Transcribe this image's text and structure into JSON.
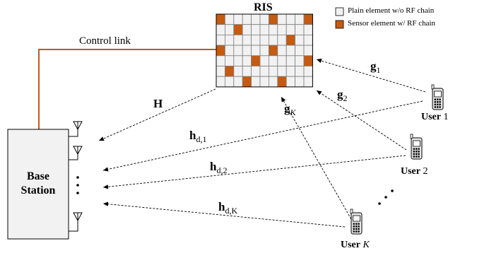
{
  "ris": {
    "title": "RIS",
    "rows": 7,
    "cols": 11,
    "sensor_cells": [
      [
        0,
        0
      ],
      [
        0,
        6
      ],
      [
        0,
        10
      ],
      [
        1,
        2
      ],
      [
        2,
        8
      ],
      [
        3,
        0
      ],
      [
        3,
        6
      ],
      [
        4,
        4
      ],
      [
        4,
        10
      ],
      [
        5,
        1
      ],
      [
        6,
        3
      ],
      [
        6,
        7
      ]
    ]
  },
  "legend": {
    "plain_label": "Plain element w/o RF chain",
    "sensor_label": "Sensor element w/ RF chain"
  },
  "control_link_label": "Control link",
  "base_station": {
    "line1": "Base",
    "line2": "Station"
  },
  "channels": {
    "H": "H",
    "g1": {
      "sym": "g",
      "sub": "1"
    },
    "g2": {
      "sym": "g",
      "sub": "2"
    },
    "gK": {
      "sym": "g",
      "sub": "K"
    },
    "hd1": {
      "sym": "h",
      "sub": "d,1"
    },
    "hd2": {
      "sym": "h",
      "sub": "d,2"
    },
    "hdK": {
      "sym": "h",
      "sub": "d,K"
    }
  },
  "users": {
    "u1": {
      "word": "User",
      "idx": "1"
    },
    "u2": {
      "word": "User",
      "idx": "2"
    },
    "uK": {
      "word": "User",
      "idx": "K"
    }
  },
  "colors": {
    "sensor": "#c55a11",
    "plain": "#f2f2f2",
    "grid_line": "#7f7f7f",
    "control_link": "#c55a11",
    "base_fill": "#f2f2f2"
  }
}
